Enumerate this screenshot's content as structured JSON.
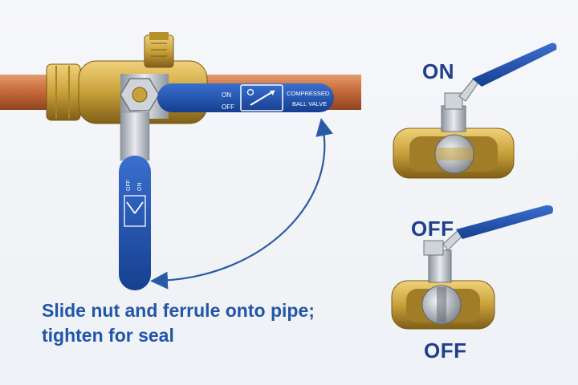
{
  "handle_text": {
    "on": "ON",
    "off": "OFF",
    "line1": "COMPRESSED",
    "line2": "BALL VALVE"
  },
  "vertical_handle_text": {
    "off": "OFF",
    "on": "ON"
  },
  "state_labels": {
    "top": "ON",
    "middle": "OFF",
    "bottom": "OFF"
  },
  "caption": {
    "line1": "Slide nut and ferrule onto pipe;",
    "line2": "tighten for seal"
  },
  "colors": {
    "pipe": "#c86b3a",
    "brass": "#c9a13a",
    "handle": "#1e4fa8",
    "arrow": "#2a5aa6",
    "label": "#1f3f8a"
  }
}
